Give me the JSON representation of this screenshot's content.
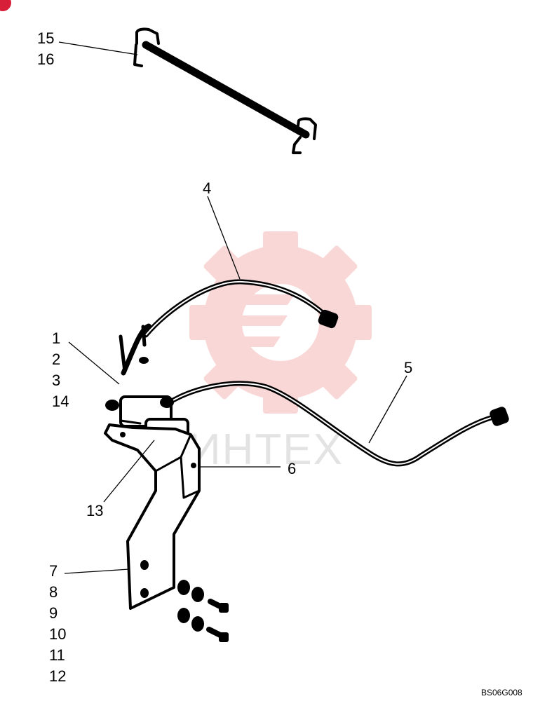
{
  "diagram": {
    "drawing_code": "BS06G008",
    "watermark_text": "ИНТЕХ",
    "callouts": [
      {
        "id": "c15",
        "lines": [
          "15",
          "16"
        ]
      },
      {
        "id": "c4",
        "lines": [
          "4"
        ]
      },
      {
        "id": "c1",
        "lines": [
          "1",
          "2",
          "3",
          "14"
        ]
      },
      {
        "id": "c5",
        "lines": [
          "5"
        ]
      },
      {
        "id": "c6",
        "lines": [
          "6"
        ]
      },
      {
        "id": "c13",
        "lines": [
          "13"
        ]
      },
      {
        "id": "c7",
        "lines": [
          "7",
          "8",
          "9",
          "10",
          "11",
          "12"
        ]
      }
    ]
  },
  "colors": {
    "ink": "#000000",
    "watermark": "#f5b8b8",
    "badge": "#d81f3a"
  }
}
